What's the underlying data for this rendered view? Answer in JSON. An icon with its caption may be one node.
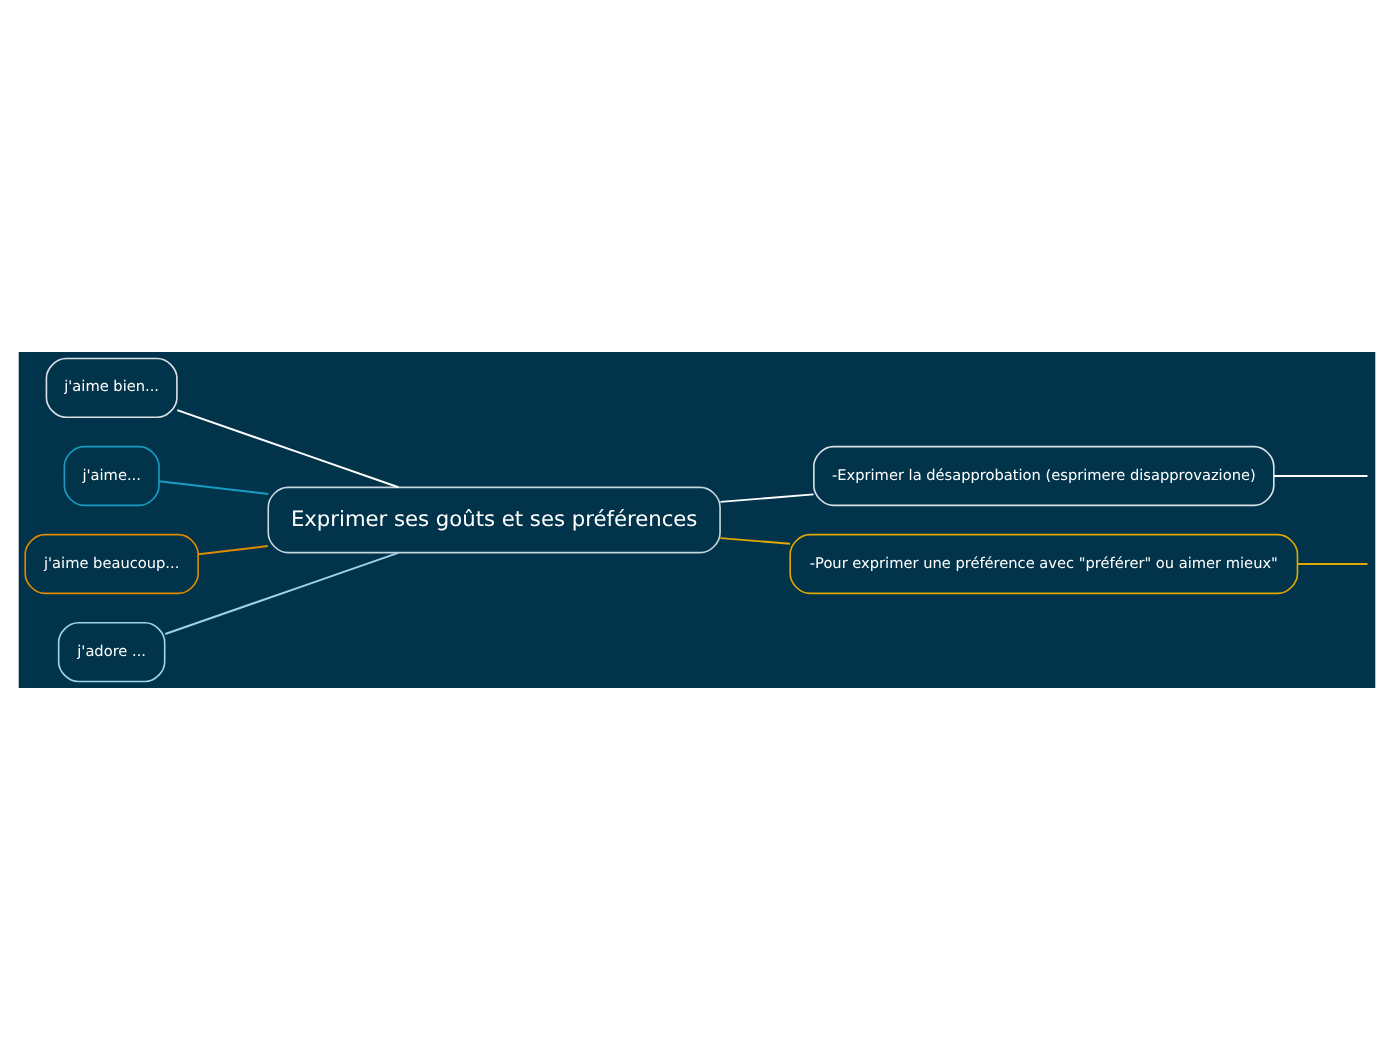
{
  "diagram": {
    "nodes": [
      {
        "text": [
          "Exprimer ses goûts et ses préférences"
        ]
      },
      {
        "text": [
          "j'aime bien..."
        ]
      },
      {
        "text": [
          "j'aime..."
        ]
      },
      {
        "text": [
          "j'aime beaucoup..."
        ]
      },
      {
        "text": [
          "j'adore ..."
        ]
      },
      {
        "text": [
          "-Exprimer la désapprobation (esprimere disapprovazione)"
        ]
      },
      {
        "text": [
          "-Pour exprimer une préférence avec \"préférer\" ou aimer mieux\""
        ]
      }
    ],
    "edges": [
      {
        "from": 0,
        "to": 1,
        "arrow": "none",
        "color": "#ffffff"
      },
      {
        "from": 0,
        "to": 2,
        "arrow": "none",
        "color": "#1a9cc4"
      },
      {
        "from": 0,
        "to": 3,
        "arrow": "none",
        "color": "#e08a00"
      },
      {
        "from": 0,
        "to": 4,
        "arrow": "none",
        "color": "#9fd2ee"
      },
      {
        "from": 0,
        "to": 5,
        "arrow": "none",
        "color": "#ffffff"
      },
      {
        "from": 0,
        "to": 6,
        "arrow": "none",
        "color": "#e0a800"
      },
      {
        "from": 5,
        "to": null,
        "arrow": "none",
        "color": "#ffffff"
      },
      {
        "from": 6,
        "to": null,
        "arrow": "none",
        "color": "#e0a800"
      }
    ]
  }
}
